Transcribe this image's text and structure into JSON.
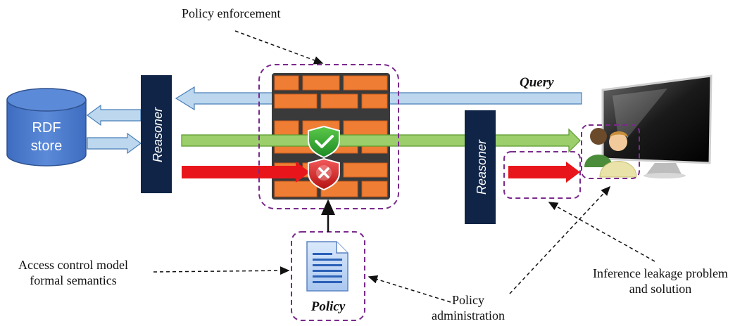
{
  "labels": {
    "policy_enforcement": "Policy enforcement",
    "rdf_store_line1": "RDF",
    "rdf_store_line2": "store",
    "reasoner_left": "Reasoner",
    "reasoner_right": "Reasoner",
    "query": "Query",
    "policy_doc": "Policy",
    "access_control_line1": "Access control model",
    "access_control_line2": "formal semantics",
    "policy_admin_line1": "Policy",
    "policy_admin_line2": "administration",
    "inference_line1": "Inference leakage problem",
    "inference_line2": "and solution"
  },
  "colors": {
    "dashed_box": "#7a2a8c",
    "reasoner_fill": "#0f2447",
    "rdf_fill": "#4472c4",
    "query_arrow": "#bcd7ee",
    "green_arrow": "#9ccf6b",
    "red_arrow": "#e8161b",
    "brick": "#ef7e34"
  }
}
